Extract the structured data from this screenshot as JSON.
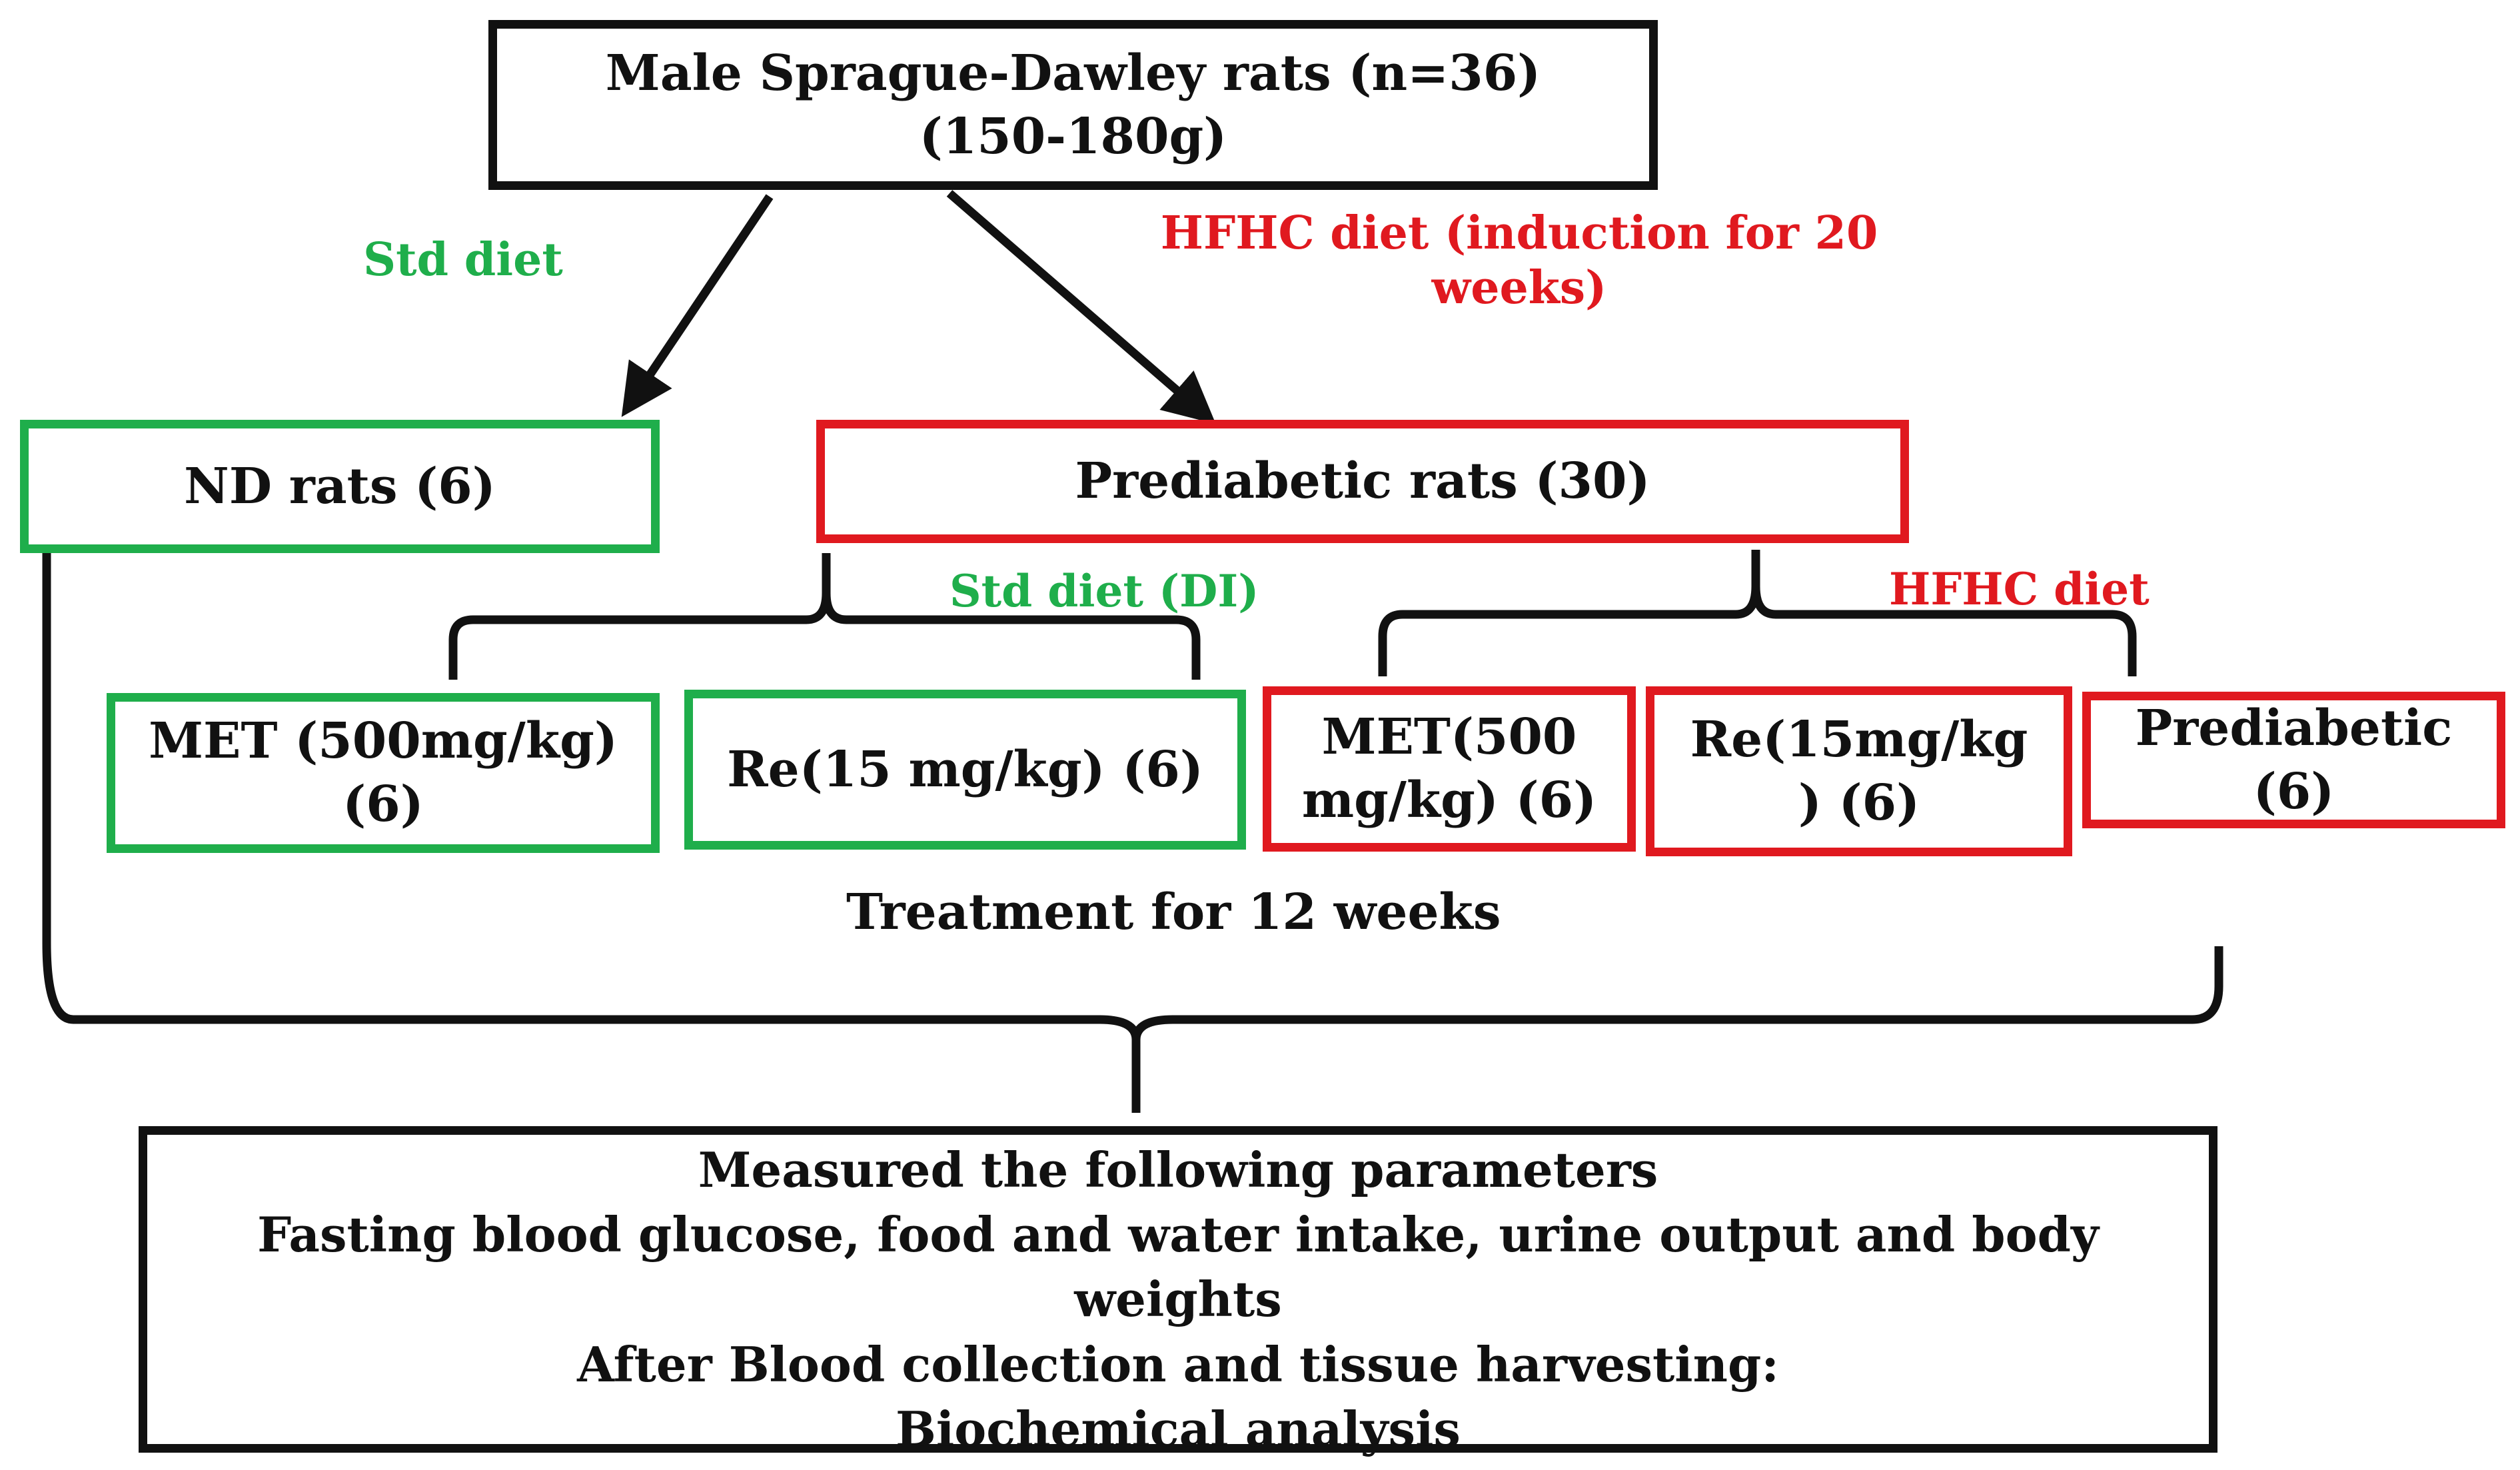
{
  "root": {
    "line1": "Male Sprague-Dawley rats (n=36)",
    "line2": "(150-180g)"
  },
  "labels": {
    "std_diet": "Std diet",
    "hfhc_induction_line1": "HFHC diet (induction  for 20",
    "hfhc_induction_line2": "weeks)",
    "std_diet_di": "Std diet (DI)",
    "hfhc_diet": "HFHC diet",
    "treatment": "Treatment for 12 weeks"
  },
  "groups": {
    "nd": "ND rats (6)",
    "prediabetic": "Prediabetic rats (30)"
  },
  "subgroups": {
    "met_std": {
      "line1": "MET (500mg/kg)",
      "line2": "(6)"
    },
    "re_std": "Re(15 mg/kg)  (6)",
    "met_hfhc": {
      "line1": "MET(500",
      "line2": "mg/kg) (6)"
    },
    "re_hfhc": {
      "line1": "Re(15mg/kg",
      "line2": ") (6)"
    },
    "prediabetic_ctrl": {
      "line1": "Prediabetic",
      "line2": "(6)"
    }
  },
  "parameters": {
    "title": "Measured the following parameters",
    "line2": "Fasting blood glucose, food and water intake, urine output and body",
    "line3": "weights",
    "line4": "After Blood collection and tissue harvesting:",
    "line5": "Biochemical analysis"
  },
  "colors": {
    "green": "#1fae4b",
    "red": "#e0191f",
    "black": "#111111"
  }
}
